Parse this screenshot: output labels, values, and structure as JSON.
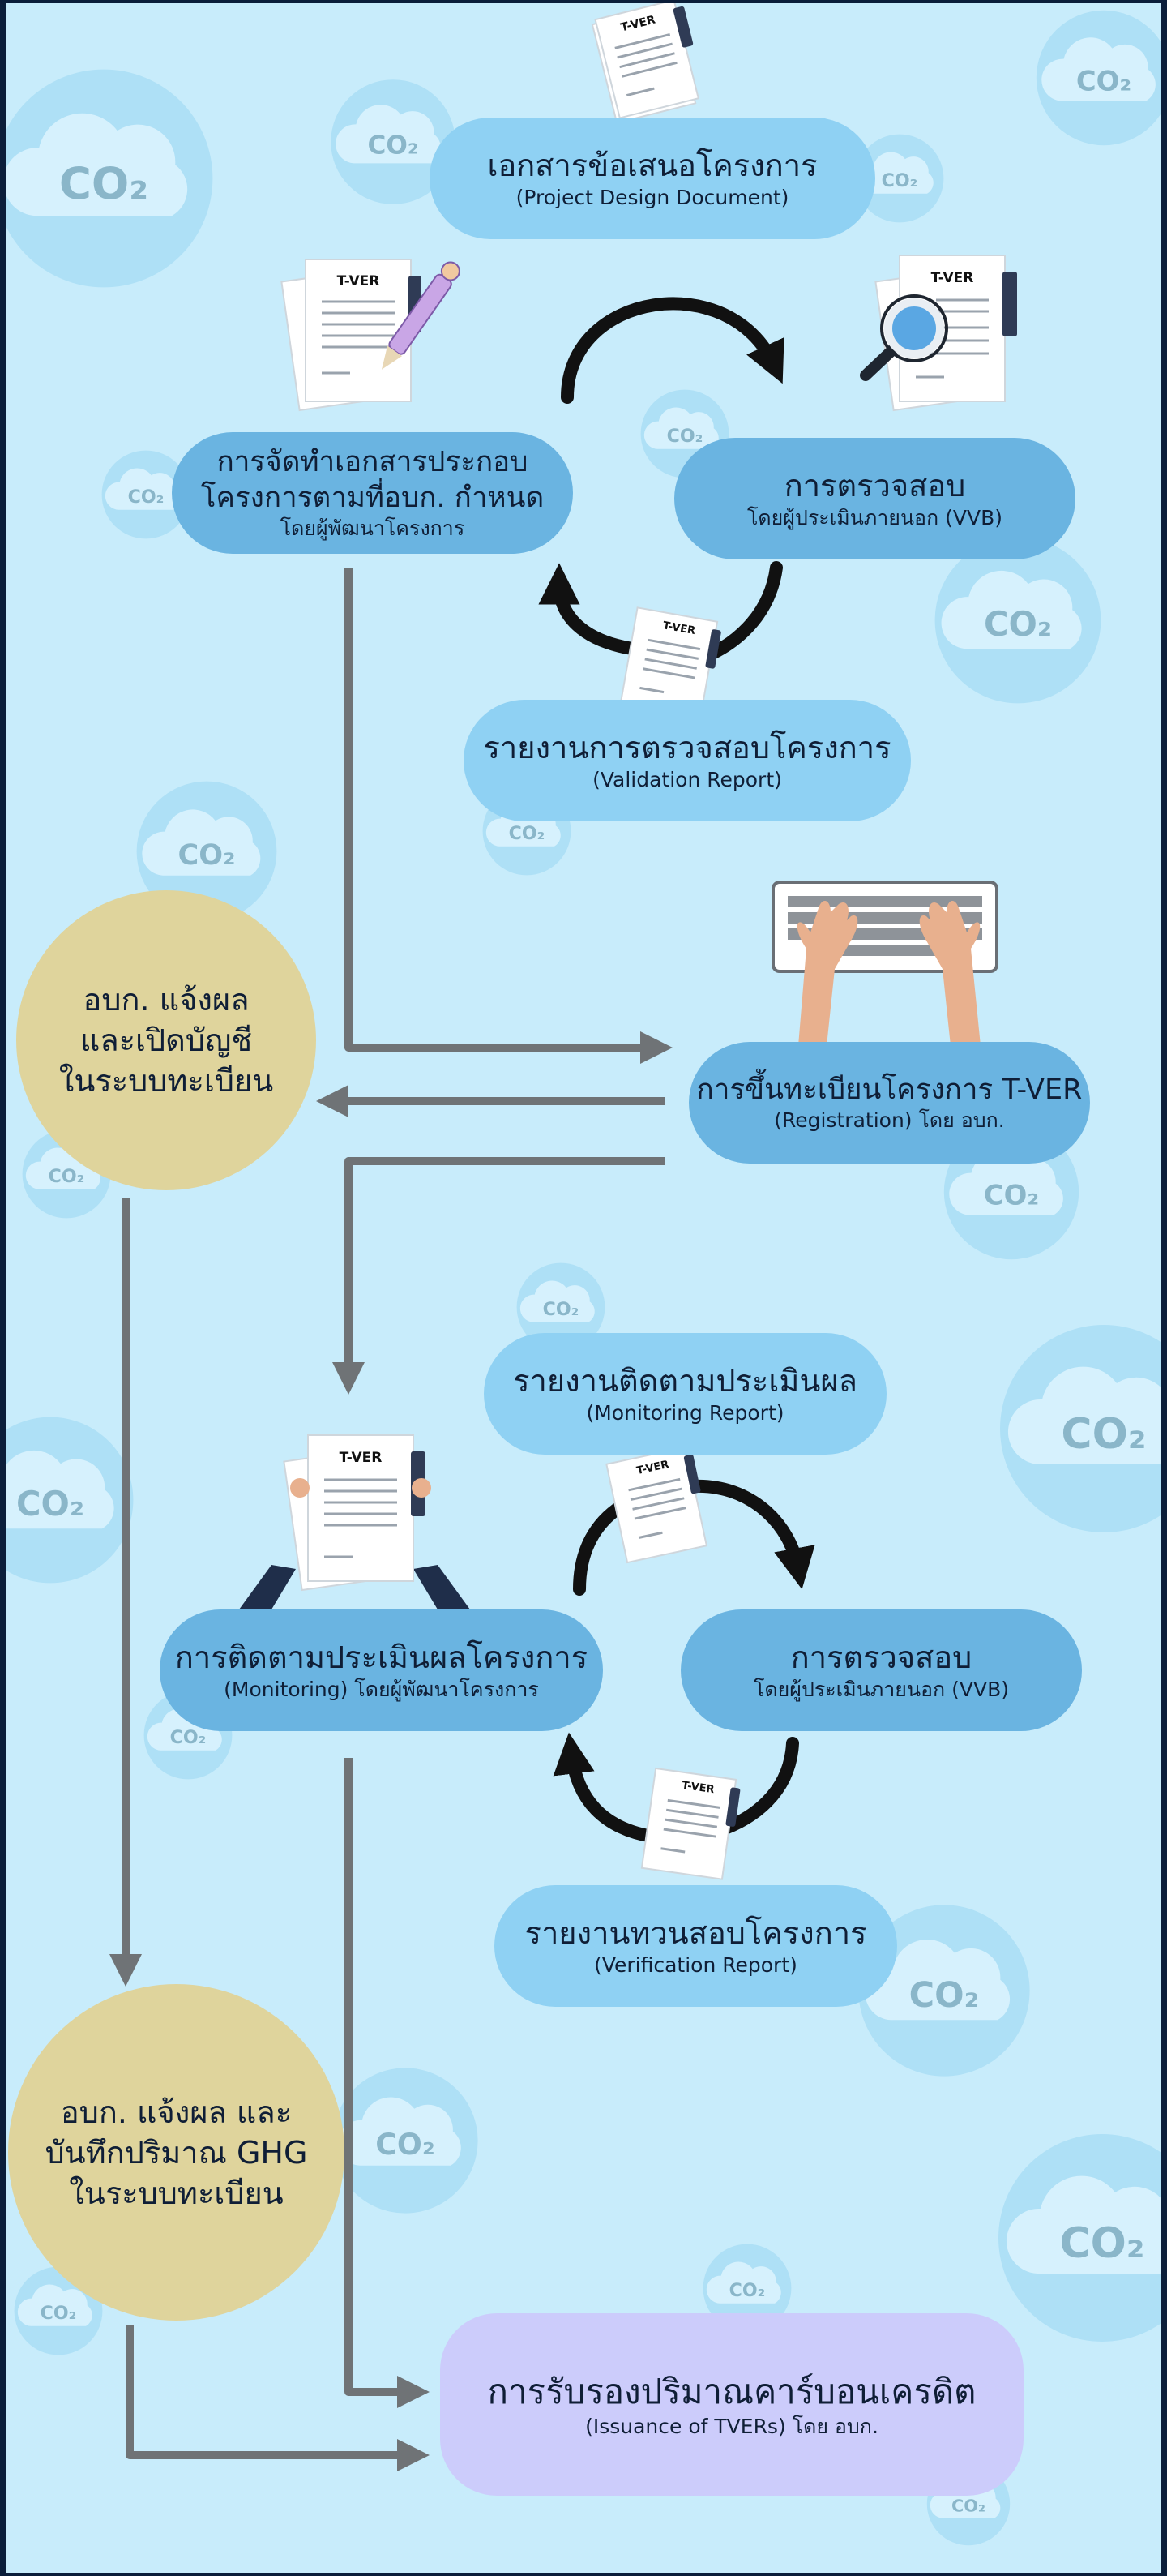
{
  "badges": {
    "co2": "CO₂",
    "tver": "T-VER"
  },
  "nodes": {
    "pdd": {
      "title": "เอกสารข้อเสนอโครงการ",
      "subtitle": "(Project Design Document)"
    },
    "prepare": {
      "title_line1": "การจัดทำเอกสารประกอบ",
      "title_line2": "โครงการตามที่อบก. กำหนด",
      "subtitle": "โดยผู้พัฒนาโครงการ"
    },
    "validate": {
      "title": "การตรวจสอบ",
      "subtitle": "โดยผู้ประเมินภายนอก (VVB)"
    },
    "validation_report": {
      "title": "รายงานการตรวจสอบโครงการ",
      "subtitle": "(Validation Report)"
    },
    "notify_account": {
      "line1": "อบก. แจ้งผล",
      "line2": "และเปิดบัญชี",
      "line3": "ในระบบทะเบียน"
    },
    "registration": {
      "title": "การขึ้นทะเบียนโครงการ T-VER",
      "subtitle": "(Registration) โดย อบก."
    },
    "monitoring_report": {
      "title": "รายงานติดตามประเมินผล",
      "subtitle": "(Monitoring Report)"
    },
    "monitoring": {
      "title": "การติดตามประเมินผลโครงการ",
      "subtitle": "(Monitoring) โดยผู้พัฒนาโครงการ"
    },
    "verify": {
      "title": "การตรวจสอบ",
      "subtitle": "โดยผู้ประเมินภายนอก (VVB)"
    },
    "verification_report": {
      "title": "รายงานทวนสอบโครงการ",
      "subtitle": "(Verification Report)"
    },
    "notify_ghg": {
      "line1": "อบก. แจ้งผล และ",
      "line2": "บันทึกปริมาณ GHG",
      "line3": "ในระบบทะเบียน"
    },
    "issuance": {
      "title": "การรับรองปริมาณคาร์บอนเครดิต",
      "subtitle": "(Issuance of TVERs) โดย อบก."
    }
  },
  "colors": {
    "background": "#c8ecfb",
    "pill_light": "#8fd1f3",
    "pill_mid": "#6ab4e1",
    "circle": "#dfd49c",
    "purple": "#ccccfb",
    "arrow_gray": "#6f7376",
    "cycle_arrow": "#111111",
    "co2_bubble": "#aee0f6",
    "co2_cloud": "#d6f1fd",
    "co2_text": "#8ab6c9"
  },
  "icons": [
    "document-icon",
    "pen-icon",
    "magnifier-icon",
    "keyboard-icon",
    "hands-icon",
    "cloud-co2-icon"
  ]
}
